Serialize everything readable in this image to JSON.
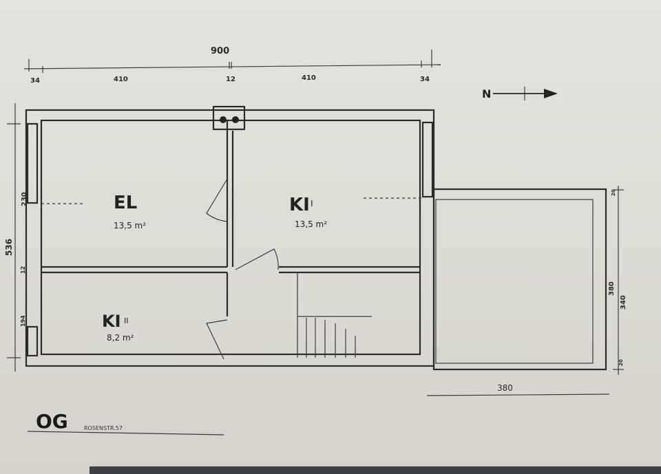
{
  "plan": {
    "floor_label": "OG",
    "address": "ROSENSTR.57",
    "north_label": "N",
    "dims_top": {
      "total": "900",
      "left_wall": "34",
      "left_room": "410",
      "mid_wall": "12",
      "right_room": "410",
      "right_wall": "34"
    },
    "dims_left": {
      "total": "536",
      "upper": "230",
      "mid_wall": "12",
      "lower": "194"
    },
    "dims_right": {
      "top_wall": "20",
      "outer": "380",
      "inner": "340",
      "bottom_wall": "20"
    },
    "dims_bottom": {
      "balcony_width": "380"
    },
    "rooms": [
      {
        "name": "EL",
        "area": "13,5 m²"
      },
      {
        "name": "KI",
        "suffix": "I",
        "area": "13,5 m²"
      },
      {
        "name": "KI",
        "suffix": "II",
        "area": "8,2 m²"
      }
    ]
  }
}
